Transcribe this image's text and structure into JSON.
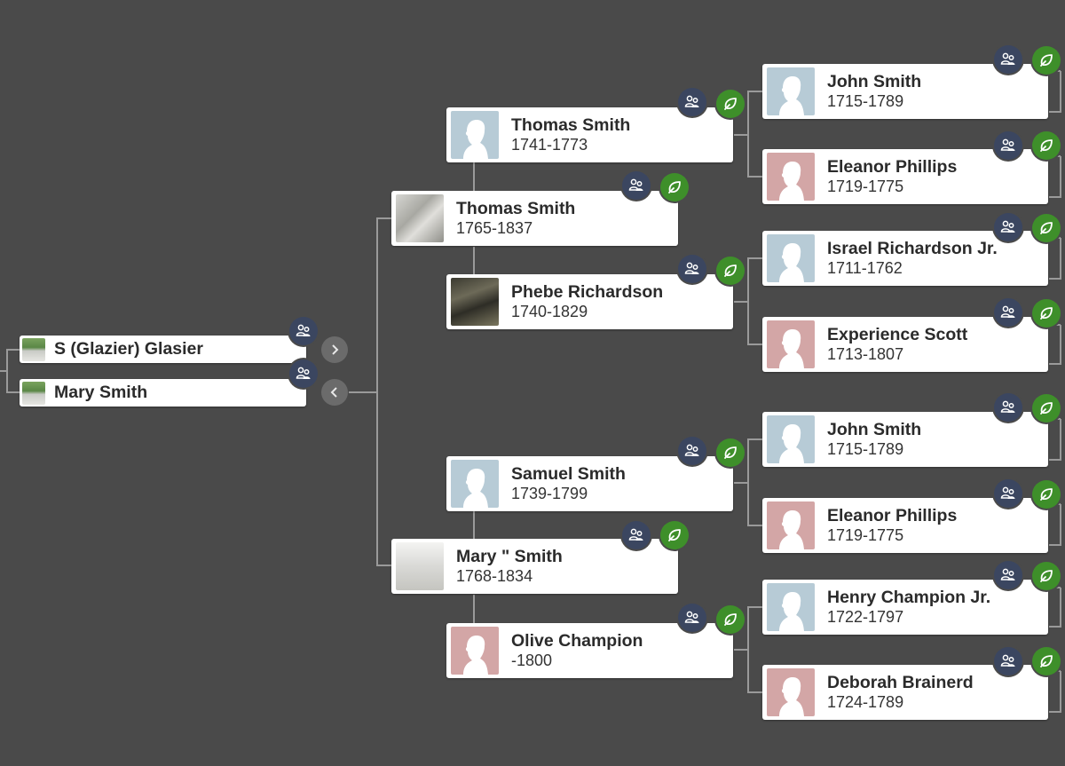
{
  "focus": {
    "person": {
      "name": "S (Glazier) Glasier"
    },
    "spouse": {
      "name": "Mary Smith"
    }
  },
  "parents": [
    {
      "name": "Thomas Smith",
      "dates": "1765-1837"
    },
    {
      "name": "Mary \" Smith",
      "dates": "1768-1834"
    }
  ],
  "grandparents": [
    {
      "name": "Thomas Smith",
      "dates": "1741-1773"
    },
    {
      "name": "Phebe Richardson",
      "dates": "1740-1829"
    },
    {
      "name": "Samuel Smith",
      "dates": "1739-1799"
    },
    {
      "name": "Olive Champion",
      "dates": "-1800"
    }
  ],
  "great_grandparents": [
    {
      "name": "John Smith",
      "dates": "1715-1789"
    },
    {
      "name": "Eleanor Phillips",
      "dates": "1719-1775"
    },
    {
      "name": "Israel Richardson Jr.",
      "dates": "1711-1762"
    },
    {
      "name": "Experience Scott",
      "dates": "1713-1807"
    },
    {
      "name": "John Smith",
      "dates": "1715-1789"
    },
    {
      "name": "Eleanor Phillips",
      "dates": "1719-1775"
    },
    {
      "name": "Henry Champion Jr.",
      "dates": "1722-1797"
    },
    {
      "name": "Deborah Brainerd",
      "dates": "1724-1789"
    }
  ],
  "icons": {
    "family": "family-group-icon",
    "record": "leaf-hint-icon",
    "next": "chevron-right-icon",
    "prev": "chevron-left-icon"
  },
  "colors": {
    "background": "#4a4a4a",
    "family_badge": "#3b4660",
    "record_badge": "#3e8f2a",
    "male_portrait": "#b7cbd6",
    "female_portrait": "#d3a6a6",
    "connector": "#9a9a9a"
  }
}
